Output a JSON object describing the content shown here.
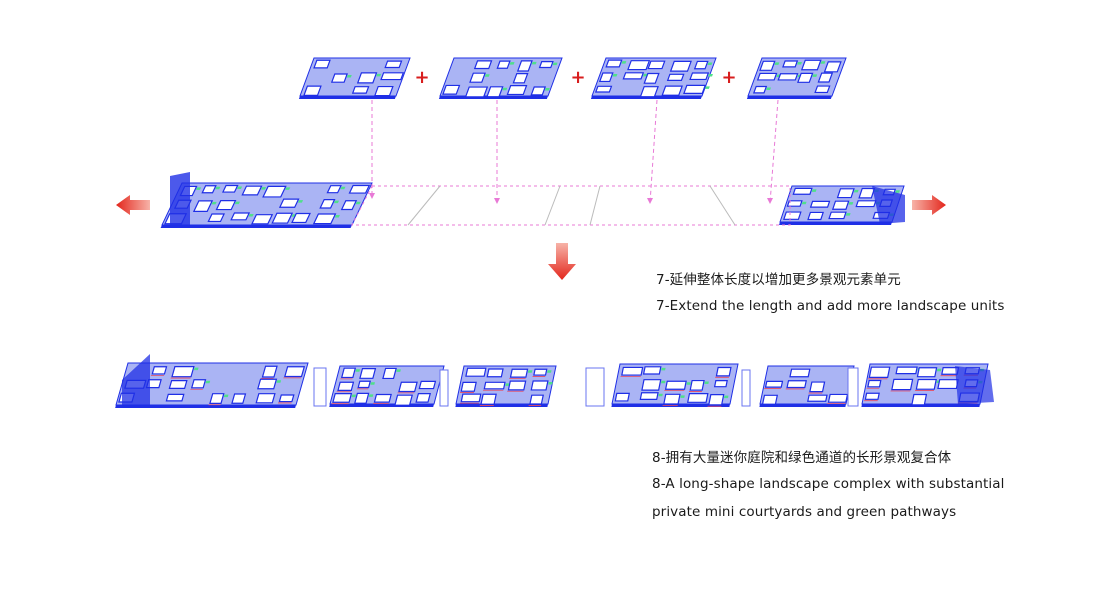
{
  "colors": {
    "unit_fill": "#aab4f4",
    "unit_edge": "#1f2fe6",
    "green": "#4fe08a",
    "pink_dash": "#e879d6",
    "red_arrow": "#e3261c",
    "plus": "#d81e1e"
  },
  "plus_symbol": "+",
  "step7": {
    "chinese": "7-延伸整体长度以增加更多景观元素单元",
    "english": "7-Extend the length and add more landscape units"
  },
  "step8": {
    "chinese": "8-拥有大量迷你庭院和绿色通道的长形景观复合体",
    "english_line1": "8-A long-shape landscape complex with substantial",
    "english_line2": "private mini courtyards and green pathways"
  }
}
